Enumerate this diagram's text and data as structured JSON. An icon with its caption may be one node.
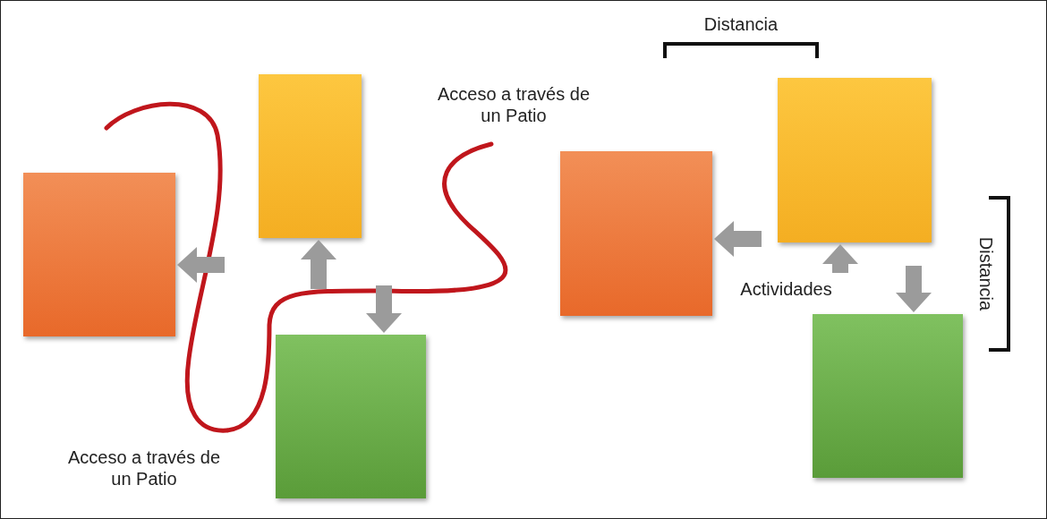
{
  "diagram": {
    "nodes": [
      {
        "text": [],
        "shape": "box"
      },
      {
        "text": [],
        "shape": "box"
      },
      {
        "text": [],
        "shape": "box"
      },
      {
        "text": [],
        "shape": "box"
      },
      {
        "text": [],
        "shape": "box"
      },
      {
        "text": [],
        "shape": "box"
      }
    ],
    "edges": [
      {
        "from": null,
        "to": 0,
        "arrow": "to"
      },
      {
        "from": null,
        "to": 1,
        "arrow": "to"
      },
      {
        "from": null,
        "to": 2,
        "arrow": "to"
      },
      {
        "from": null,
        "to": 3,
        "arrow": "to"
      },
      {
        "from": null,
        "to": 4,
        "arrow": "to"
      },
      {
        "from": null,
        "to": 5,
        "arrow": "to"
      }
    ],
    "labels": [
      "Distancia",
      "Acceso a través de un Patio",
      "Actividades",
      "Distancia",
      "Acceso a través de un Patio"
    ]
  }
}
